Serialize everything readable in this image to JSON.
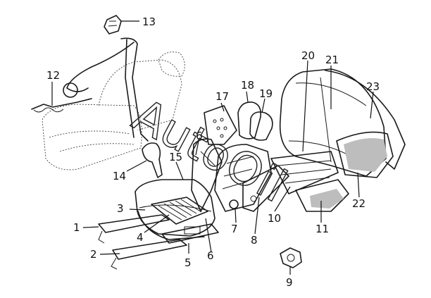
{
  "watermark": "AutoOil",
  "callouts": [
    {
      "id": "c1",
      "label": "1"
    },
    {
      "id": "c2",
      "label": "2"
    },
    {
      "id": "c3",
      "label": "3"
    },
    {
      "id": "c4",
      "label": "4"
    },
    {
      "id": "c5",
      "label": "5"
    },
    {
      "id": "c6",
      "label": "6"
    },
    {
      "id": "c7",
      "label": "7"
    },
    {
      "id": "c8",
      "label": "8"
    },
    {
      "id": "c9",
      "label": "9"
    },
    {
      "id": "c10",
      "label": "10"
    },
    {
      "id": "c11",
      "label": "11"
    },
    {
      "id": "c12",
      "label": "12"
    },
    {
      "id": "c13",
      "label": "13"
    },
    {
      "id": "c14",
      "label": "14"
    },
    {
      "id": "c15",
      "label": "15"
    },
    {
      "id": "c16",
      "label": "6"
    },
    {
      "id": "c17",
      "label": "17"
    },
    {
      "id": "c18",
      "label": "18"
    },
    {
      "id": "c19",
      "label": "19"
    },
    {
      "id": "c20",
      "label": "20"
    },
    {
      "id": "c21",
      "label": "21"
    },
    {
      "id": "c22",
      "label": "22"
    },
    {
      "id": "c23",
      "label": "23"
    }
  ]
}
